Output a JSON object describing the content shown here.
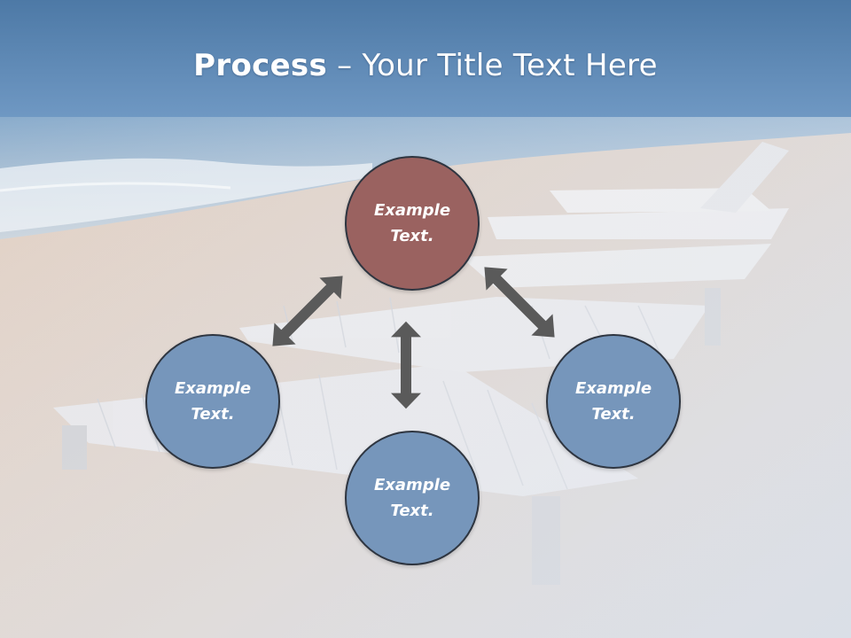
{
  "title": {
    "bold": "Process",
    "dash": " – ",
    "rest": "Your Title Text Here"
  },
  "nodes": {
    "top": "Example\nText.",
    "left": "Example\nText.",
    "right": "Example\nText.",
    "bottom": "Example\nText."
  },
  "colors": {
    "accent_node": "#9a6260",
    "node": "#7696bb",
    "node_border": "#2e3540",
    "arrow": "#5a5a5a",
    "sky": "#5a87b6"
  },
  "icons": {
    "arrows": "double-headed-arrow"
  }
}
